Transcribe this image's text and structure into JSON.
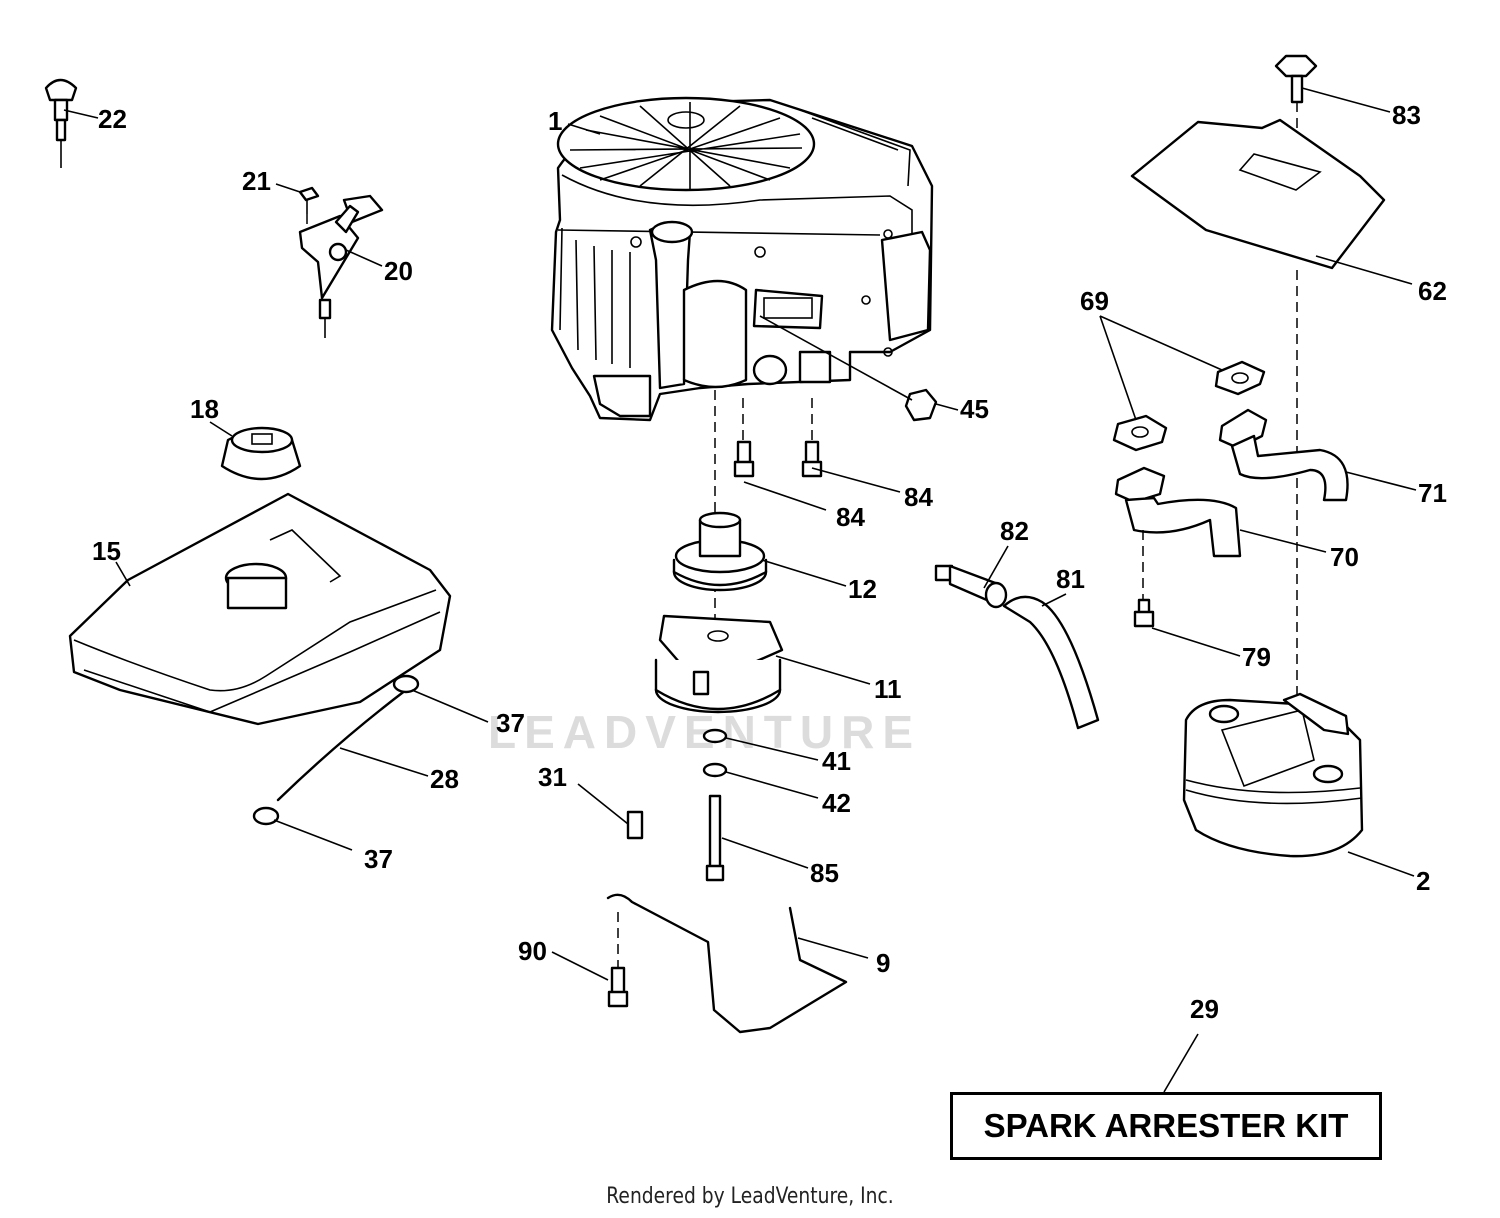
{
  "watermark": "LEADVENTURE",
  "kit_label": "SPARK ARRESTER KIT",
  "footer": "Rendered by LeadVenture, Inc.",
  "callouts": {
    "c1": "1",
    "c2": "2",
    "c9": "9",
    "c11": "11",
    "c12": "12",
    "c15": "15",
    "c18": "18",
    "c20": "20",
    "c21": "21",
    "c22": "22",
    "c28": "28",
    "c29": "29",
    "c31": "31",
    "c37a": "37",
    "c37b": "37",
    "c41": "41",
    "c42": "42",
    "c45": "45",
    "c62": "62",
    "c69": "69",
    "c70": "70",
    "c71": "71",
    "c79": "79",
    "c81": "81",
    "c82": "82",
    "c83": "83",
    "c84a": "84",
    "c84b": "84",
    "c85": "85",
    "c90": "90"
  }
}
